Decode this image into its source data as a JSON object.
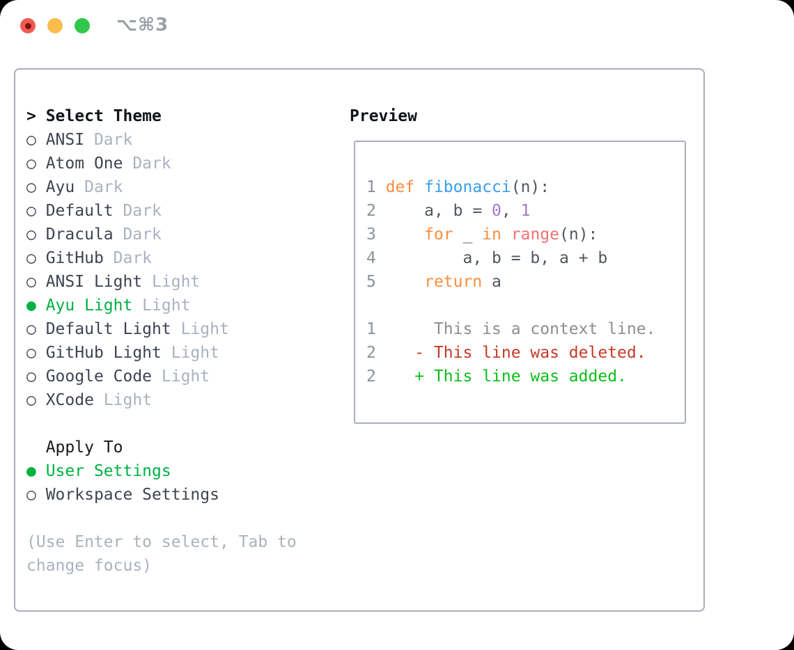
{
  "window": {
    "title": "⌥⌘3",
    "traffic_lights": [
      "close",
      "minimize",
      "zoom"
    ],
    "colors": {
      "close": "#f05b51",
      "close_dot": "#7a150e",
      "minimize": "#f9bd4e",
      "zoom": "#31c748",
      "title_text": "#9aa0a8",
      "panel_border": "#a8aeb9",
      "background": "#ffffff"
    }
  },
  "theme_panel": {
    "header": {
      "marker": ">",
      "label": "Select Theme"
    },
    "themes": [
      {
        "name": "ANSI",
        "tag": "Dark",
        "selected": false
      },
      {
        "name": "Atom One",
        "tag": "Dark",
        "selected": false
      },
      {
        "name": "Ayu",
        "tag": "Dark",
        "selected": false
      },
      {
        "name": "Default",
        "tag": "Dark",
        "selected": false
      },
      {
        "name": "Dracula",
        "tag": "Dark",
        "selected": false
      },
      {
        "name": "GitHub",
        "tag": "Dark",
        "selected": false
      },
      {
        "name": "ANSI Light",
        "tag": "Light",
        "selected": false
      },
      {
        "name": "Ayu Light",
        "tag": "Light",
        "selected": true
      },
      {
        "name": "Default Light",
        "tag": "Light",
        "selected": false
      },
      {
        "name": "GitHub Light",
        "tag": "Light",
        "selected": false
      },
      {
        "name": "Google Code",
        "tag": "Light",
        "selected": false
      },
      {
        "name": "XCode",
        "tag": "Light",
        "selected": false
      }
    ],
    "radio_unselected_glyph": "○",
    "radio_selected_glyph": "●",
    "apply_to": {
      "label": "Apply To",
      "options": [
        {
          "label": "User Settings",
          "selected": true
        },
        {
          "label": "Workspace Settings",
          "selected": false
        }
      ]
    },
    "hint": "(Use Enter to select, Tab to change focus)",
    "colors": {
      "item_text": "#3e4450",
      "tag_text": "#a9b2be",
      "selected_green": "#00b142",
      "header_text": "#111418",
      "hint_text": "#a9b2be"
    }
  },
  "preview": {
    "label": "Preview",
    "lines": [
      {
        "num": "1",
        "tokens": [
          {
            "s": "keyword",
            "t": "def "
          },
          {
            "s": "entity",
            "t": "fibonacci"
          },
          {
            "s": "fg",
            "t": "(n):"
          }
        ]
      },
      {
        "num": "2",
        "tokens": [
          {
            "s": "fg",
            "t": "    a, b = "
          },
          {
            "s": "number",
            "t": "0"
          },
          {
            "s": "fg",
            "t": ", "
          },
          {
            "s": "number",
            "t": "1"
          }
        ]
      },
      {
        "num": "3",
        "tokens": [
          {
            "s": "keyword",
            "t": "    for"
          },
          {
            "s": "fg",
            "t": " _ "
          },
          {
            "s": "keyword",
            "t": "in"
          },
          {
            "s": "fg",
            "t": " "
          },
          {
            "s": "builtin",
            "t": "range"
          },
          {
            "s": "fg",
            "t": "(n):"
          }
        ]
      },
      {
        "num": "4",
        "tokens": [
          {
            "s": "fg",
            "t": "        a, b = b, a + b"
          }
        ]
      },
      {
        "num": "5",
        "tokens": [
          {
            "s": "keyword",
            "t": "    return"
          },
          {
            "s": "fg",
            "t": " a"
          }
        ]
      },
      {
        "num": "",
        "tokens": []
      },
      {
        "num": "1",
        "tokens": [
          {
            "s": "context",
            "t": "     This is a context line."
          }
        ]
      },
      {
        "num": "2",
        "tokens": [
          {
            "s": "deleted",
            "t": "   - This line was deleted."
          }
        ]
      },
      {
        "num": "2",
        "tokens": [
          {
            "s": "added",
            "t": "   + This line was added."
          }
        ]
      }
    ],
    "syntax_colors": {
      "keyword": "#fa8d3e",
      "entity": "#399ee6",
      "number": "#a37acc",
      "builtin": "#f07171",
      "foreground": "#50565e",
      "line_number": "#8a9199",
      "context": "#8e8e8e",
      "deleted": "#c43a28",
      "added": "#0abf1a"
    }
  }
}
